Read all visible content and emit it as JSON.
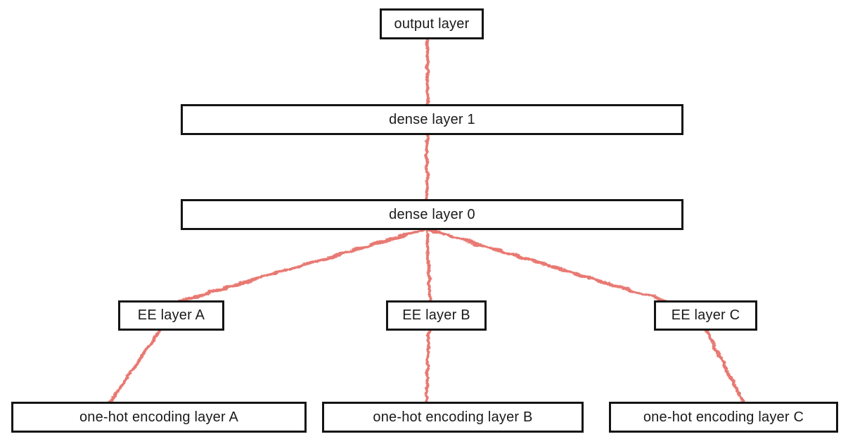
{
  "diagram": {
    "type": "network-architecture",
    "background_color": "#ffffff",
    "box_border_color": "#141414",
    "box_fill_color": "#ffffff",
    "text_color": "#1a1a1a",
    "edge_color": "#e66e66",
    "edge_style": "hand-drawn-sketch",
    "nodes": [
      {
        "id": "output",
        "label": "output layer"
      },
      {
        "id": "dense1",
        "label": "dense layer 1"
      },
      {
        "id": "dense0",
        "label": "dense layer 0"
      },
      {
        "id": "eeA",
        "label": "EE layer A"
      },
      {
        "id": "eeB",
        "label": "EE layer B"
      },
      {
        "id": "eeC",
        "label": "EE layer C"
      },
      {
        "id": "ohA",
        "label": "one-hot encoding layer A"
      },
      {
        "id": "ohB",
        "label": "one-hot encoding layer B"
      },
      {
        "id": "ohC",
        "label": "one-hot encoding layer C"
      }
    ],
    "edges": [
      {
        "from": "output",
        "to": "dense1",
        "fx_from": 0.46,
        "fx_to": 0.49
      },
      {
        "from": "dense1",
        "to": "dense0",
        "fx_from": 0.49,
        "fx_to": 0.49
      },
      {
        "from": "dense0",
        "to": "eeA",
        "fx_from": 0.49,
        "fx_to": 0.54
      },
      {
        "from": "dense0",
        "to": "eeB",
        "fx_from": 0.49,
        "fx_to": 0.44
      },
      {
        "from": "dense0",
        "to": "eeC",
        "fx_from": 0.49,
        "fx_to": 0.16
      },
      {
        "from": "eeA",
        "to": "ohA",
        "fx_from": 0.4,
        "fx_to": 0.33
      },
      {
        "from": "eeB",
        "to": "ohB",
        "fx_from": 0.43,
        "fx_to": 0.4
      },
      {
        "from": "eeC",
        "to": "ohC",
        "fx_from": 0.5,
        "fx_to": 0.59
      }
    ]
  }
}
